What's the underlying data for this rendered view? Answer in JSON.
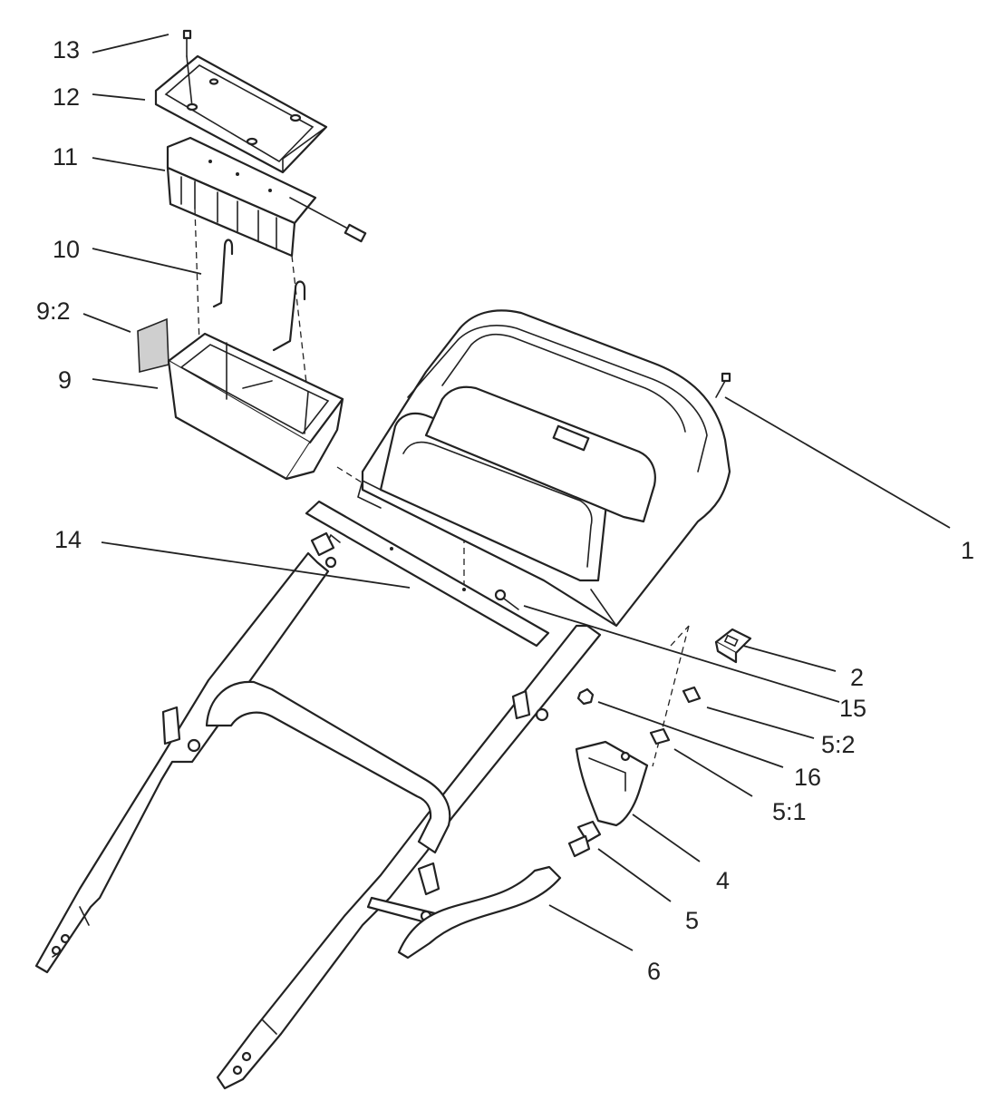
{
  "callouts": [
    {
      "id": "c13",
      "label": "13"
    },
    {
      "id": "c12",
      "label": "12"
    },
    {
      "id": "c11",
      "label": "11"
    },
    {
      "id": "c10",
      "label": "10"
    },
    {
      "id": "c9-2",
      "label": "9:2"
    },
    {
      "id": "c9",
      "label": "9"
    },
    {
      "id": "c14",
      "label": "14"
    },
    {
      "id": "c1",
      "label": "1"
    },
    {
      "id": "c2",
      "label": "2"
    },
    {
      "id": "c15",
      "label": "15"
    },
    {
      "id": "c5-2",
      "label": "5:2"
    },
    {
      "id": "c16",
      "label": "16"
    },
    {
      "id": "c5-1",
      "label": "5:1"
    },
    {
      "id": "c4",
      "label": "4"
    },
    {
      "id": "c5",
      "label": "5"
    },
    {
      "id": "c6",
      "label": "6"
    }
  ]
}
